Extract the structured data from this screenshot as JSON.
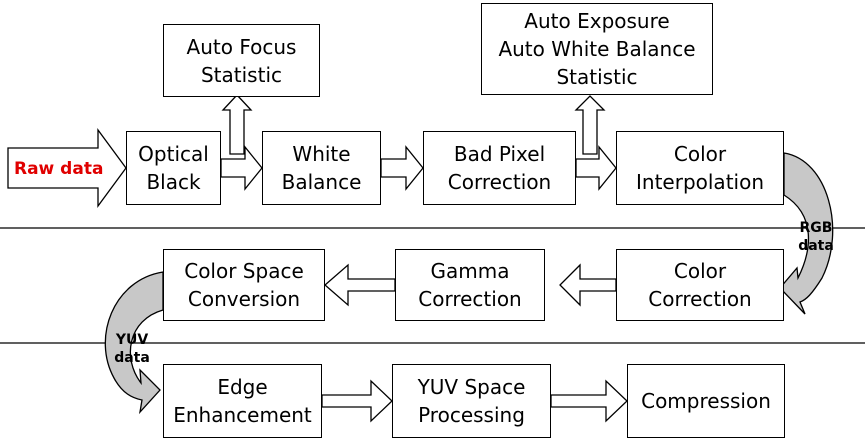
{
  "boxes": {
    "auto_focus": {
      "line1": "Auto Focus",
      "line2": "Statistic"
    },
    "auto_exposure": {
      "line1": "Auto Exposure",
      "line2": "Auto White Balance",
      "line3": "Statistic"
    },
    "optical_black": {
      "line1": "Optical",
      "line2": "Black"
    },
    "white_balance": {
      "line1": "White",
      "line2": "Balance"
    },
    "bad_pixel": {
      "line1": "Bad Pixel",
      "line2": "Correction"
    },
    "color_interpolation": {
      "line1": "Color",
      "line2": "Interpolation"
    },
    "color_space": {
      "line1": "Color Space",
      "line2": "Conversion"
    },
    "gamma": {
      "line1": "Gamma",
      "line2": "Correction"
    },
    "color_correction": {
      "line1": "Color",
      "line2": "Correction"
    },
    "edge": {
      "line1": "Edge",
      "line2": "Enhancement"
    },
    "yuv_space": {
      "line1": "YUV Space",
      "line2": "Processing"
    },
    "compression": {
      "line1": "Compression"
    }
  },
  "labels": {
    "raw": "Raw data",
    "rgb_line1": "RGB",
    "rgb_line2": "data",
    "yuv_line1": "YUV",
    "yuv_line2": "data"
  },
  "colors": {
    "raw_label": "#e00000",
    "curve_fill": "#c8c8c8",
    "stroke": "#000000"
  }
}
